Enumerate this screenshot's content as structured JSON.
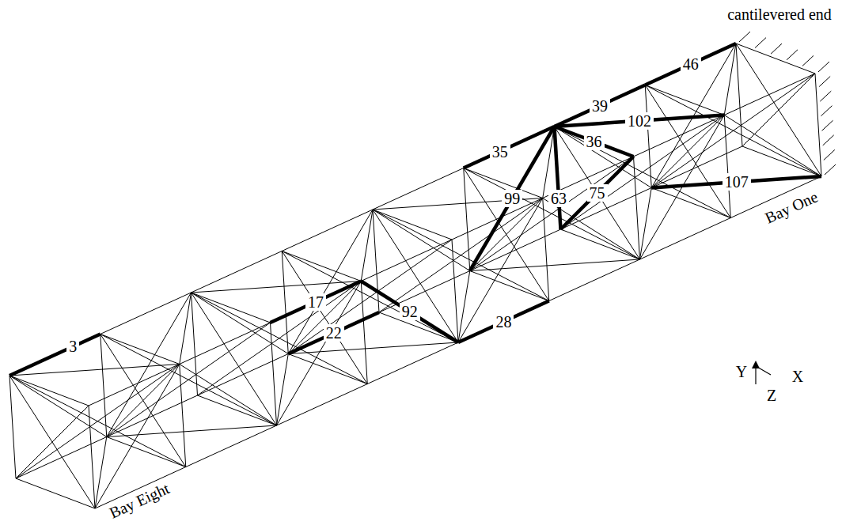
{
  "diagram": {
    "labels": [
      "cantilevered end",
      "46",
      "39",
      "102",
      "36",
      "35",
      "99",
      "63",
      "75",
      "107",
      "Bay One",
      "17",
      "92",
      "22",
      "28",
      "3",
      "Y",
      "X",
      "Z",
      "Bay Eight"
    ]
  }
}
